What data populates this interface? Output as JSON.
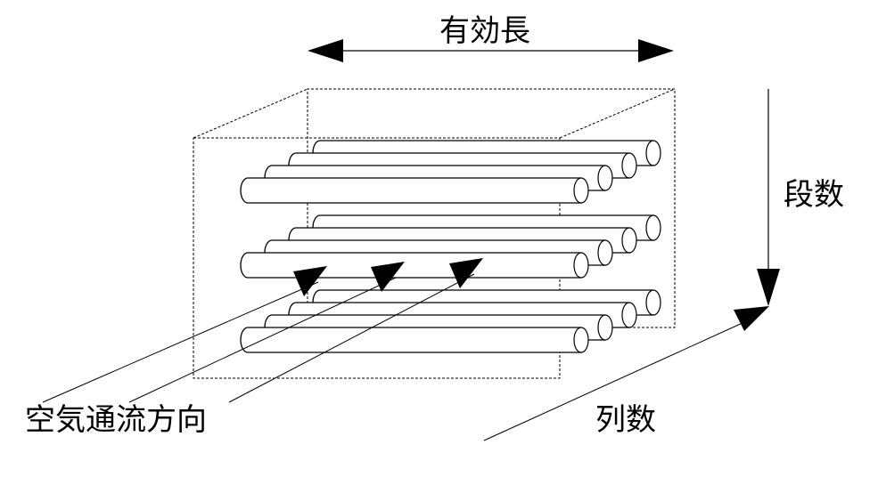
{
  "labels": {
    "effective_length": "有効長",
    "rows": "段数",
    "columns": "列数",
    "air_flow_direction": "空気通流方向"
  },
  "diagram": {
    "tube_groups": 3,
    "tubes_per_group": 4,
    "airflow_arrows": 3,
    "colors": {
      "line": "#000000",
      "background": "#ffffff"
    }
  }
}
